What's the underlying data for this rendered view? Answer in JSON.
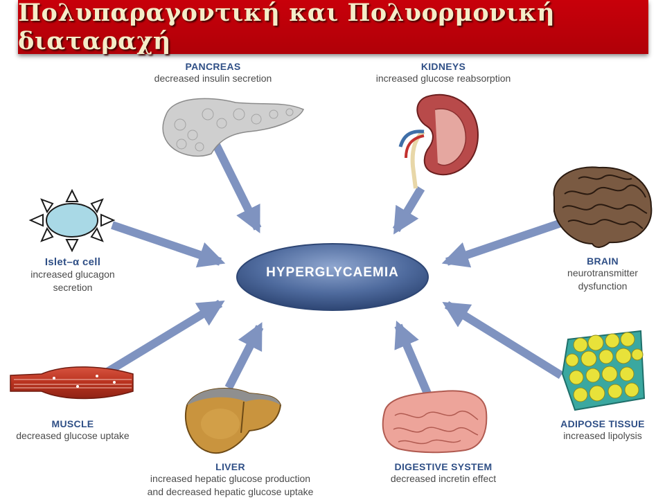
{
  "title": "Πολυπαραγοντική και  Πολυορμονική διαταραχή",
  "center": "HYPERGLYCAEMIA",
  "nodes": {
    "pancreas": {
      "name": "PANCREAS",
      "desc": "decreased insulin secretion"
    },
    "kidneys": {
      "name": "KIDNEYS",
      "desc": "increased glucose reabsorption"
    },
    "brain": {
      "name": "BRAIN",
      "desc1": "neurotransmitter",
      "desc2": "dysfunction"
    },
    "islet": {
      "name": "Islet–α cell",
      "desc1": "increased glucagon",
      "desc2": "secretion"
    },
    "adipose": {
      "name": "ADIPOSE TISSUE",
      "desc": "increased lipolysis"
    },
    "muscle": {
      "name": "MUSCLE",
      "desc": "decreased glucose uptake"
    },
    "liver": {
      "name": "LIVER",
      "desc1": "increased hepatic glucose production",
      "desc2": "and decreased hepatic glucose uptake"
    },
    "digestive": {
      "name": "DIGESTIVE SYSTEM",
      "desc": "decreased incretin effect"
    }
  },
  "colors": {
    "title_bg": "#c0000a",
    "title_text": "#f4ecc8",
    "arrow": "#7f93c0",
    "ellipse": "#4a6699",
    "label_heading": "#2f4f86"
  }
}
